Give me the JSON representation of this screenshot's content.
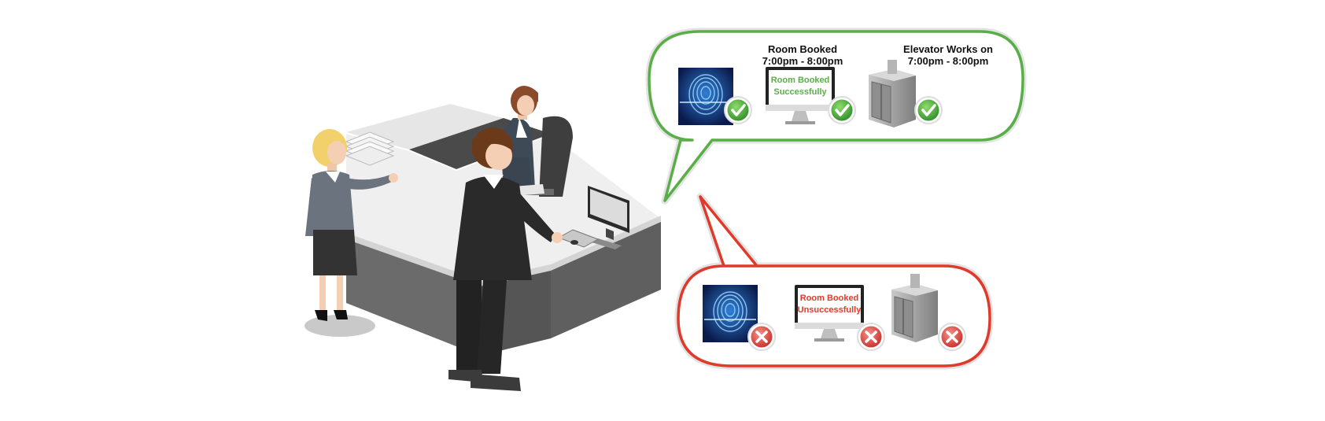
{
  "success_panel": {
    "room_booked_title": "Room Booked",
    "room_booked_time": "7:00pm - 8:00pm",
    "elevator_title": "Elevator Works on",
    "elevator_time": "7:00pm - 8:00pm",
    "screen_line1": "Room Booked",
    "screen_line2": "Successfully",
    "accent_color": "#5aae47",
    "status_icon": "check-icon"
  },
  "failure_panel": {
    "screen_line1": "Room Booked",
    "screen_line2": "Unsuccessfully",
    "accent_color": "#e03a2b",
    "status_icon": "cross-icon"
  }
}
